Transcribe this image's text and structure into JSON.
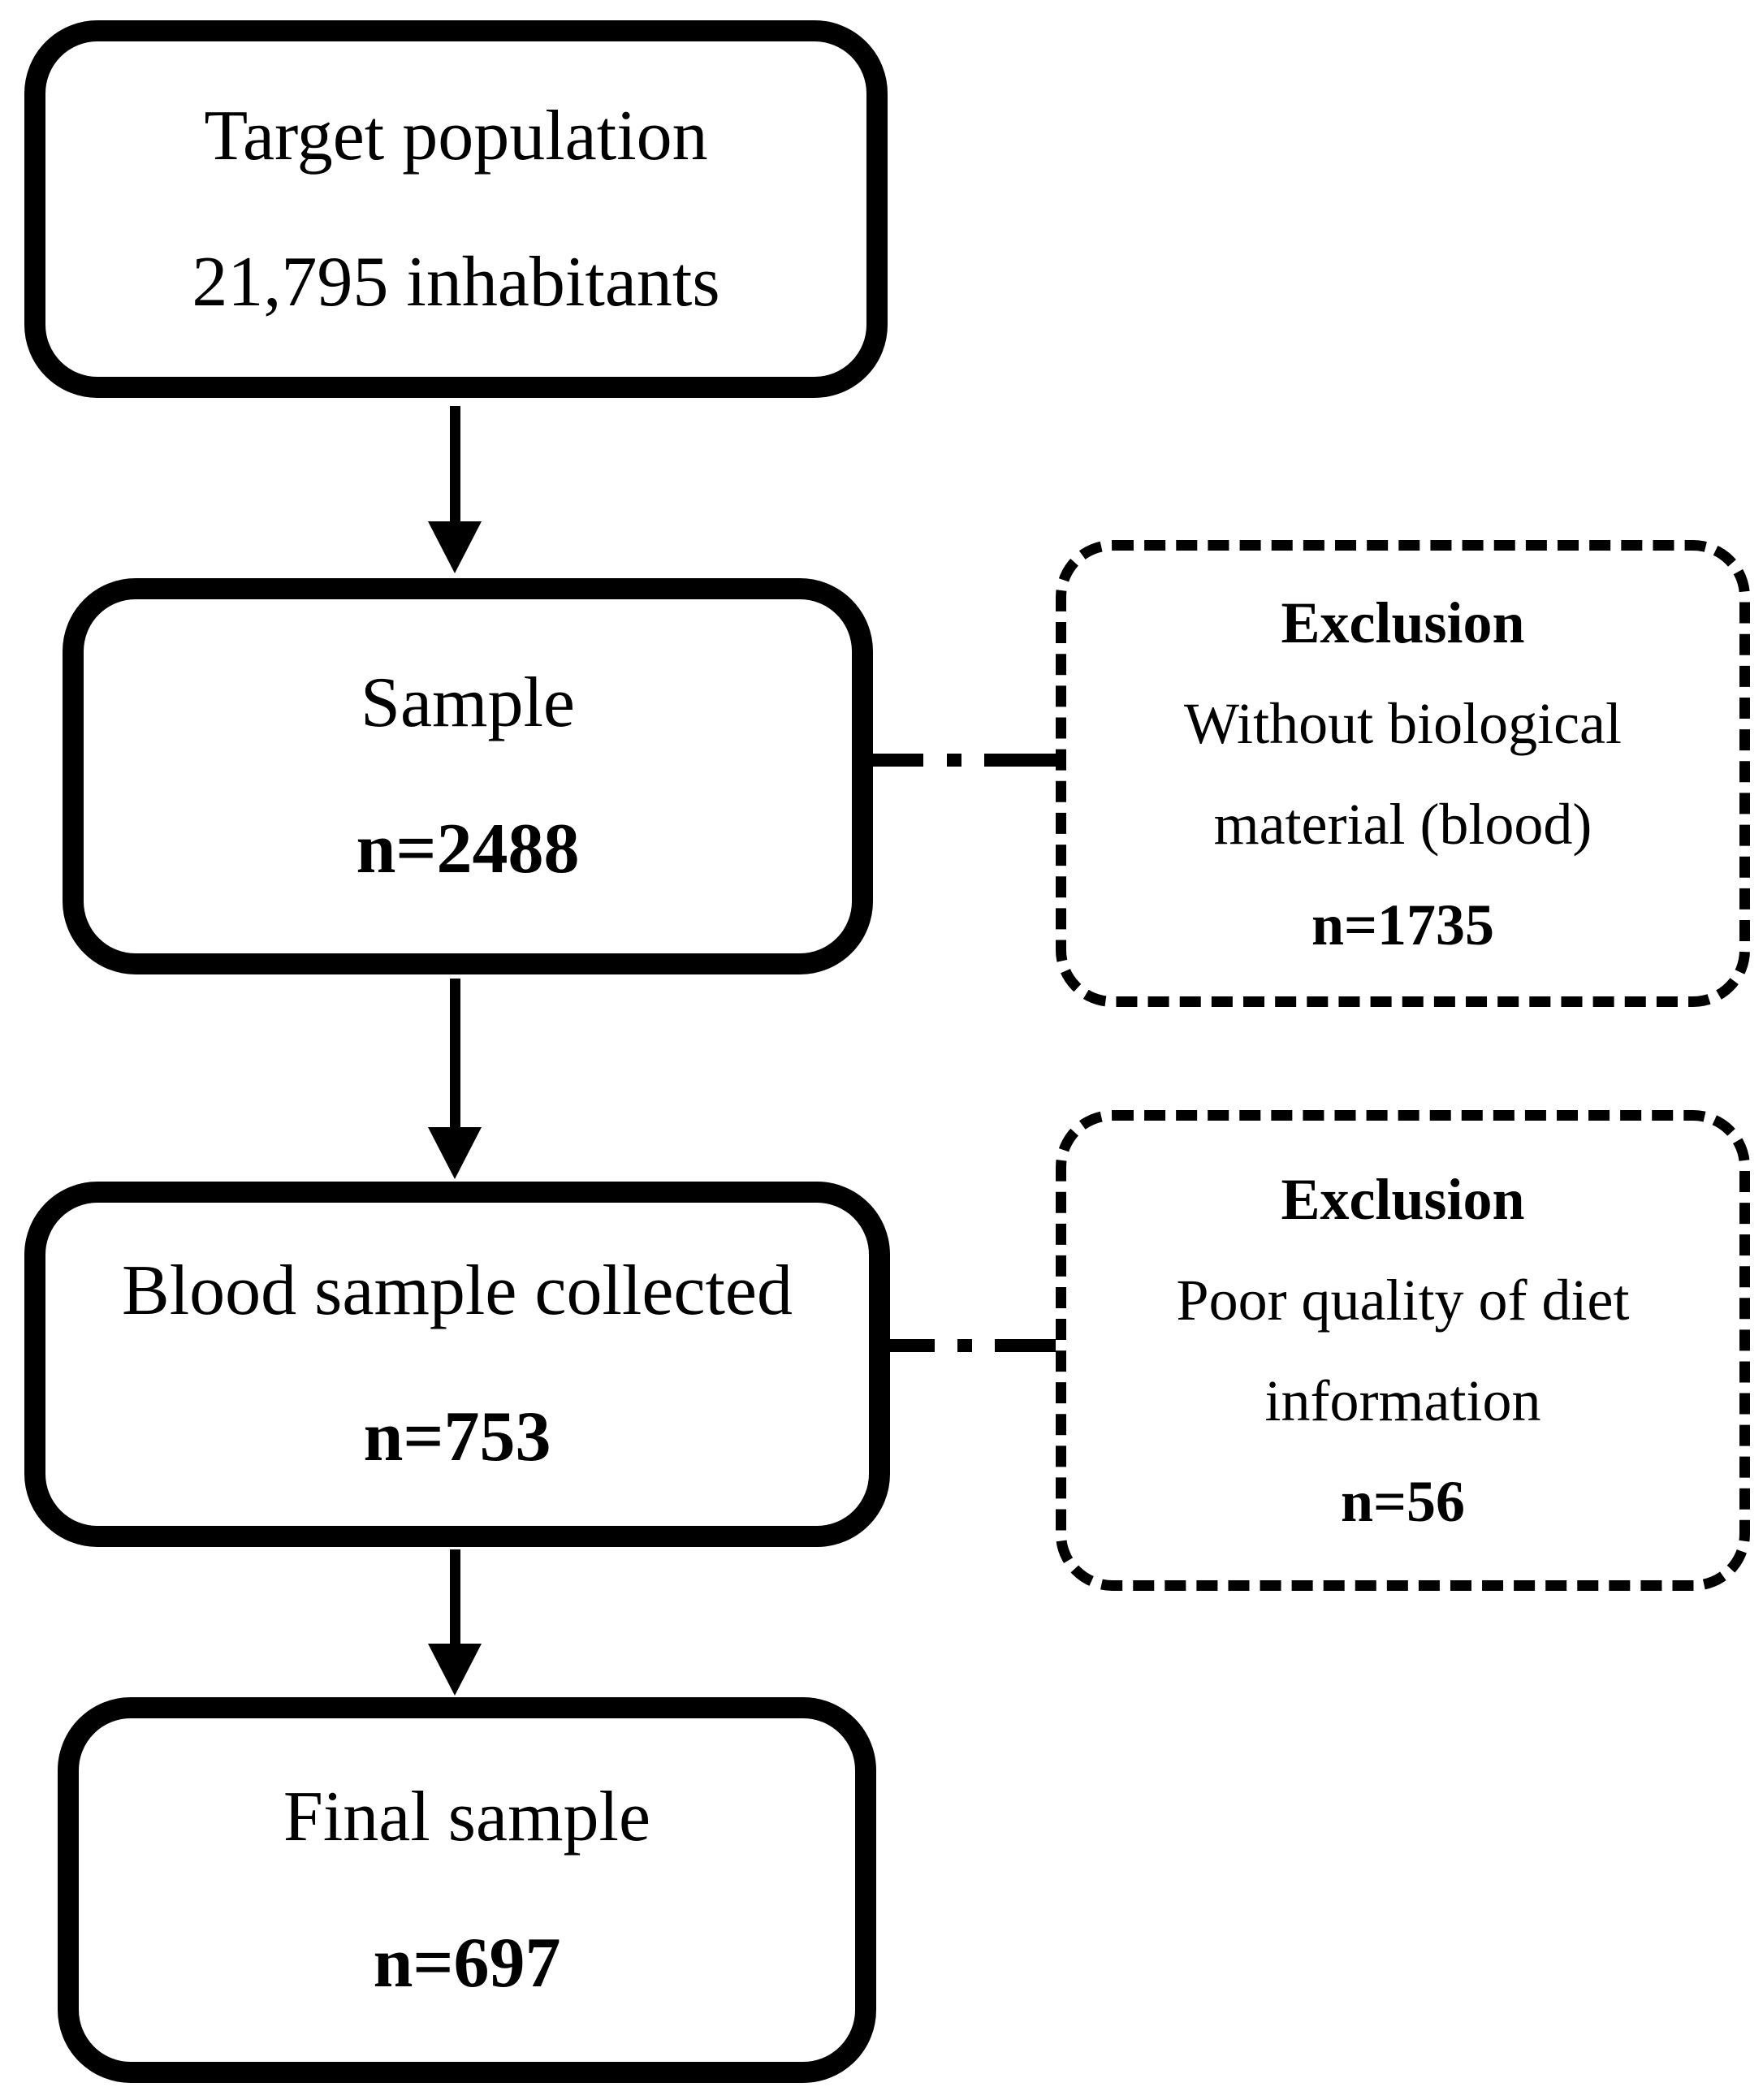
{
  "figure": {
    "type": "flowchart",
    "background_color": "#ffffff",
    "line_color": "#000000"
  },
  "boxes": {
    "target": {
      "line1": "Target population",
      "line2": "21,795 inhabitants"
    },
    "sample": {
      "line1": "Sample",
      "line2": "n=2488"
    },
    "blood": {
      "line1": "Blood sample collected",
      "line2": "n=753"
    },
    "final": {
      "line1": "Final sample",
      "line2": "n=697"
    }
  },
  "exclusions": {
    "first": {
      "title": "Exclusion",
      "line1": "Without biological",
      "line2": "material (blood)",
      "count": "n=1735"
    },
    "second": {
      "title": "Exclusion",
      "line1": "Poor quality of diet",
      "line2": "information",
      "count": "n=56"
    }
  }
}
